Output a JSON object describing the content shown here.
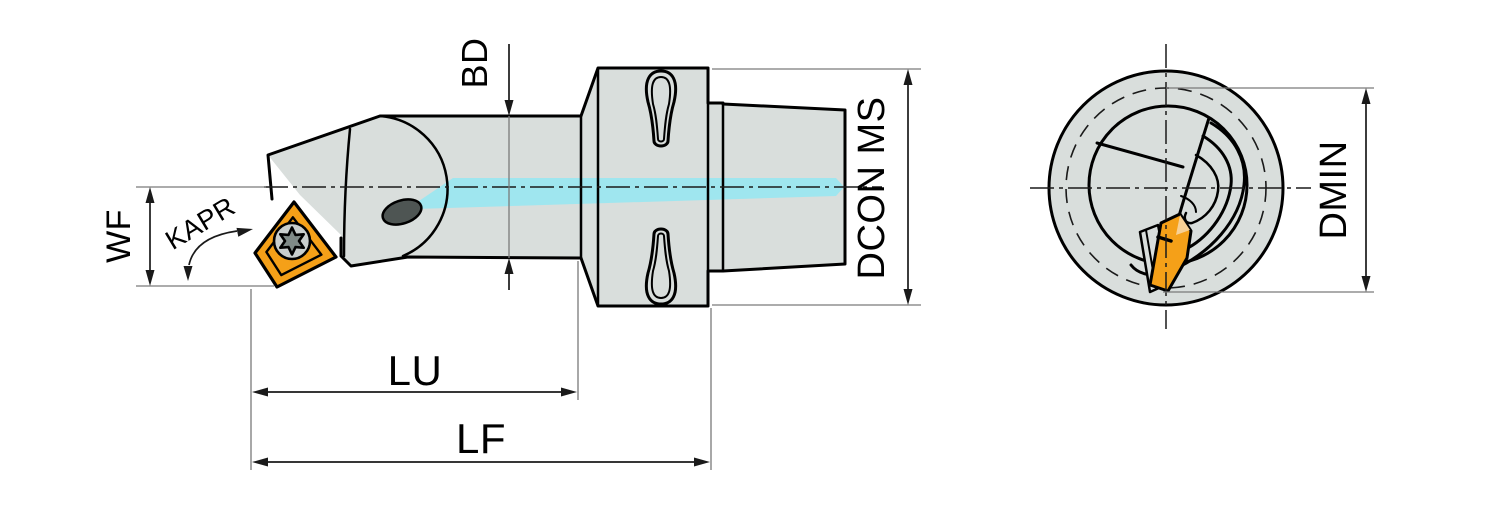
{
  "drawing": {
    "labels": {
      "bd": "BD",
      "wf": "WF",
      "kapr": "KAPR",
      "lu": "LU",
      "lf": "LF",
      "dcon": "DCON MS",
      "dmin": "DMIN"
    }
  },
  "colors": {
    "body_fill": "#d9dedc",
    "outline": "#000000",
    "coolant": "#9fe6ef",
    "insert_orange": "#f5a018",
    "insert_facet": "#f8d094",
    "screw_gray": "#c9cecd",
    "torx_gray": "#7f8a87",
    "hole_dark": "#4e5553",
    "dim_line": "#1a1a1a",
    "ext_line": "#7a7a7a",
    "background": "#ffffff"
  }
}
